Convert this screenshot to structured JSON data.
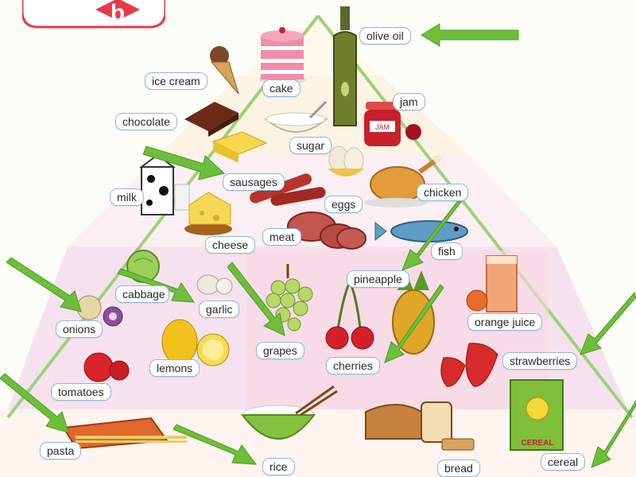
{
  "logo": {
    "letter": "b"
  },
  "labels": {
    "olive_oil": "olive oil",
    "cake": "cake",
    "ice_cream": "ice cream",
    "jam": "jam",
    "chocolate": "chocolate",
    "sugar": "sugar",
    "sausages": "sausages",
    "milk": "milk",
    "eggs": "eggs",
    "chicken": "chicken",
    "cheese": "cheese",
    "meat": "meat",
    "fish": "fish",
    "cabbage": "cabbage",
    "garlic": "garlic",
    "pineapple": "pineapple",
    "onions": "onions",
    "orange_juice": "orange juice",
    "grapes": "grapes",
    "lemons": "lemons",
    "cherries": "cherries",
    "strawberries": "strawberries",
    "tomatoes": "tomatoes",
    "pasta": "pasta",
    "rice": "rice",
    "bread": "bread",
    "cereal": "cereal"
  },
  "food_icons": {
    "cereal_box_text": "CEREAL",
    "jam_jar_text": "JAM"
  },
  "colors": {
    "arrow": "#6dbf3a",
    "arrow_stroke": "#4e9a25",
    "pyramid_edge": "#9bd27a",
    "tier_top": "#fff7e8",
    "tier_fats": "#fdf0e6",
    "tier_protein": "#fbeef4",
    "tier_fruit_veg": "#f7e6f0",
    "tier_grain": "#fff6f2",
    "logo_red": "#e8394a"
  }
}
